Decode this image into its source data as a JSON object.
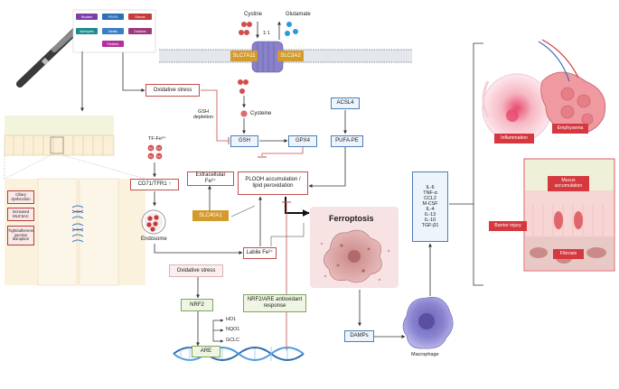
{
  "vape_tags": [
    {
      "label": "Nicotine",
      "color": "#7b3fa8"
    },
    {
      "label": "PG/VG",
      "color": "#2f6fb7"
    },
    {
      "label": "Flavors",
      "color": "#c63a3a"
    },
    {
      "label": "Aldehydes",
      "color": "#1f8a8a"
    },
    {
      "label": "Metals",
      "color": "#3a7fc4"
    },
    {
      "label": "Oxidants",
      "color": "#9a3a7a"
    },
    {
      "label": "Particles",
      "color": "#b5309c"
    }
  ],
  "airway_notes": [
    "Ciliary dysfunction",
    "Increased MUC5AC",
    "Tight/adherens junction disruption"
  ],
  "membrane": {
    "cystine": "Cystine",
    "glutamate": "Glutamate",
    "ratio": "1:1",
    "slc7a11": "SLC7A11",
    "slc3a2": "SLC3A2"
  },
  "pathway": {
    "oxidative_stress_top": "Oxidative stress",
    "gsh_depletion": "GSH depletion",
    "cysteine": "Cysteine",
    "gsh": "GSH",
    "gpx4": "GPX4",
    "acsl4": "ACSL4",
    "pufa_pe": "PUFA-PE",
    "plooh": "PLOOH accumulation / lipid peroxidation",
    "tf_fe": "TF-Fe³⁺",
    "fe": "Fe",
    "cd71": "CD71/TFR1 ↑",
    "endosome": "Endosome",
    "extracellular_fe": "Extracellular Fe²⁺",
    "slc40a1": "SLC40A1",
    "labile_fe": "Labile Fe²⁺",
    "ferroptosis": "Ferroptosis",
    "oxidative_stress_bottom": "Oxidative stress",
    "nrf2": "NRF2",
    "nrf2_are": "NRF2/ARE antioxidant response",
    "are": "ARE",
    "genes": [
      "HO1",
      "NQO1",
      "GCLC"
    ],
    "damps": "DAMPs",
    "macrophage": "Macrophage"
  },
  "cytokines": [
    "IL-6",
    "TNF-α",
    "CCL2",
    "M-CSF",
    "IL-4",
    "IL-13",
    "IL-10",
    "TGF-β1"
  ],
  "outcomes": {
    "inflammation": "Inflammation",
    "emphysema": "Emphysema",
    "mucus": "Mucus accumulation",
    "barrier": "Barrier injury",
    "fibrosis": "Fibrosis"
  }
}
